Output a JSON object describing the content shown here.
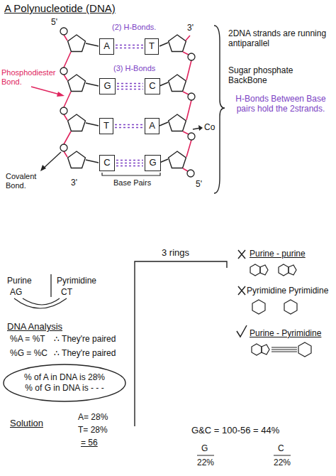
{
  "diagram": {
    "title": "A Polynucleotide (DNA)",
    "nodes": [
      {
        "text": [
          "A"
        ]
      },
      {
        "text": [
          "T"
        ]
      },
      {
        "text": [
          "G"
        ]
      },
      {
        "text": [
          "C"
        ]
      },
      {
        "text": [
          "T"
        ]
      },
      {
        "text": [
          "A"
        ]
      },
      {
        "text": [
          "C"
        ]
      },
      {
        "text": [
          "G"
        ]
      },
      {
        "text": [
          "% of A in DNA is 28%",
          "% of G in DNA is - - -"
        ]
      }
    ],
    "edges": [
      {
        "from": 0,
        "to": 1,
        "arrow": "none"
      },
      {
        "from": 2,
        "to": 3,
        "arrow": "none"
      },
      {
        "from": 4,
        "to": 5,
        "arrow": "none"
      },
      {
        "from": 6,
        "to": 7,
        "arrow": "none"
      }
    ],
    "labels": [
      "5'",
      "3'",
      "(2) H-Bonds.",
      "(3) H-Bonds",
      "Phosphodiester Bond.",
      "Covalent Bond.",
      "Co",
      "3'",
      "5'",
      "Base Pairs",
      "2DNA strands are running antiparallel",
      "Sugar phosphate BackBone",
      "H-Bonds Between Base pairs hold the 2strands.",
      "3 rings",
      "Purine",
      "Pyrimidine",
      "AG",
      "CT",
      "DNA Analysis",
      "%A = %T",
      "∴ They're paired",
      "%G = %C",
      "∴ They're paired",
      "Solution",
      "A= 28%",
      "T= 28%",
      "= 56",
      "G&C = 100-56 = 44%",
      "G",
      "22%",
      "C",
      "22%",
      "Purine - purine",
      "Pyrimidine Pyrimidine",
      "Purine - Pyrimidine"
    ]
  }
}
